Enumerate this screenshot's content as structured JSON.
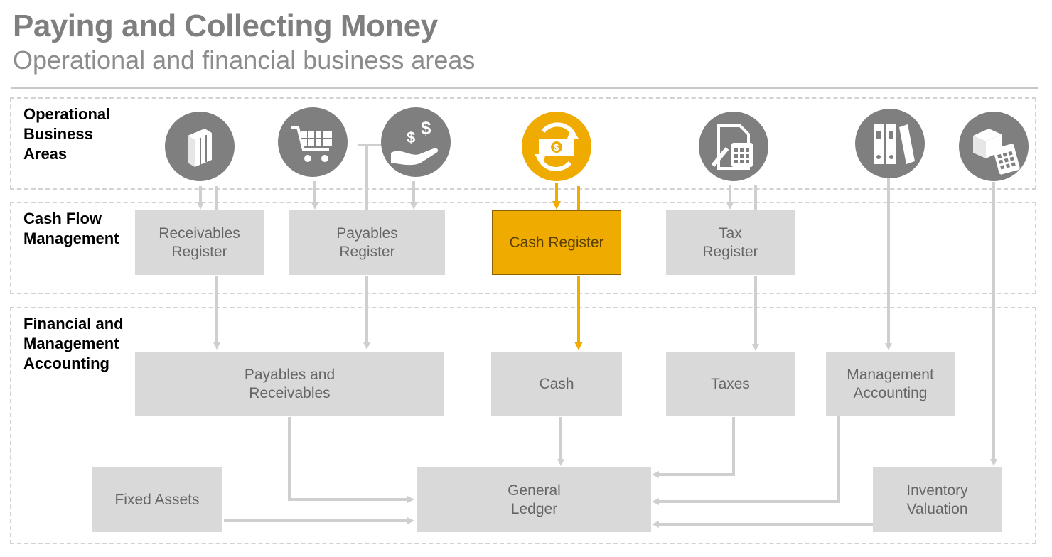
{
  "header": {
    "title": "Paying and Collecting Money",
    "subtitle": "Operational and financial business areas"
  },
  "bands": {
    "operational": "Operational\nBusiness\nAreas",
    "cash_flow": "Cash Flow\nManagement",
    "financial": "Financial and\nManagement\nAccounting"
  },
  "boxes": {
    "receivables_register": "Receivables\nRegister",
    "payables_register": "Payables\nRegister",
    "cash_register": "Cash Register",
    "tax_register": "Tax\nRegister",
    "payables_and_receivables": "Payables and\nReceivables",
    "cash": "Cash",
    "taxes": "Taxes",
    "management_accounting": "Management\nAccounting",
    "fixed_assets": "Fixed Assets",
    "general_ledger": "General\nLedger",
    "inventory_valuation": "Inventory\nValuation"
  },
  "icons": [
    "boxes-icon",
    "shopping-cart-icon",
    "money-hand-icon",
    "cash-cycle-icon",
    "tax-calculation-icon",
    "binders-icon",
    "inventory-calculator-icon"
  ],
  "colors": {
    "accent": "#f0ab00",
    "gray_box": "#d9d9d9",
    "icon_gray": "#7f7f7f",
    "arrow": "#cfcfcf"
  }
}
